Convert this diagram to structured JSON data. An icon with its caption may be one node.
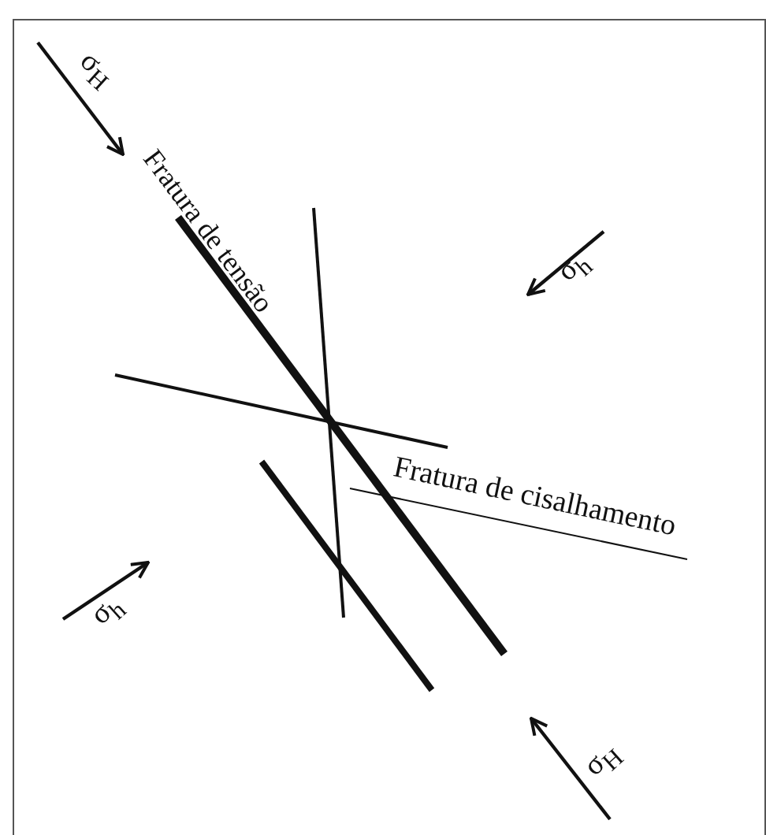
{
  "diagram": {
    "labels": [
      "σ$_{H}$",
      "Fratura de tensão",
      "σ$_{h}$",
      "Fratura de cisalhamento",
      "σ$_{h}$",
      "σ$_{H}$"
    ]
  }
}
